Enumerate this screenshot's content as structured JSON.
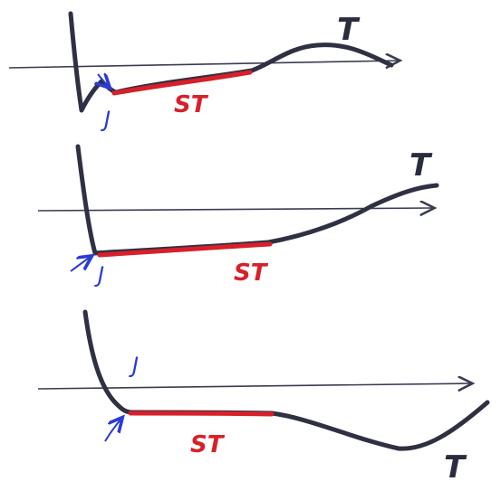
{
  "colors": {
    "trace": "#2f3142",
    "baseline": "#3a3d52",
    "st_segment": "#d8202a",
    "j_point": "#2a3bd6"
  },
  "panels": [
    {
      "id": "top",
      "t_label": "T",
      "st_label": "ST",
      "j_label": "J"
    },
    {
      "id": "middle",
      "t_label": "T",
      "st_label": "ST",
      "j_label": "J"
    },
    {
      "id": "bottom",
      "t_label": "T",
      "st_label": "ST",
      "j_label": "J"
    }
  ]
}
